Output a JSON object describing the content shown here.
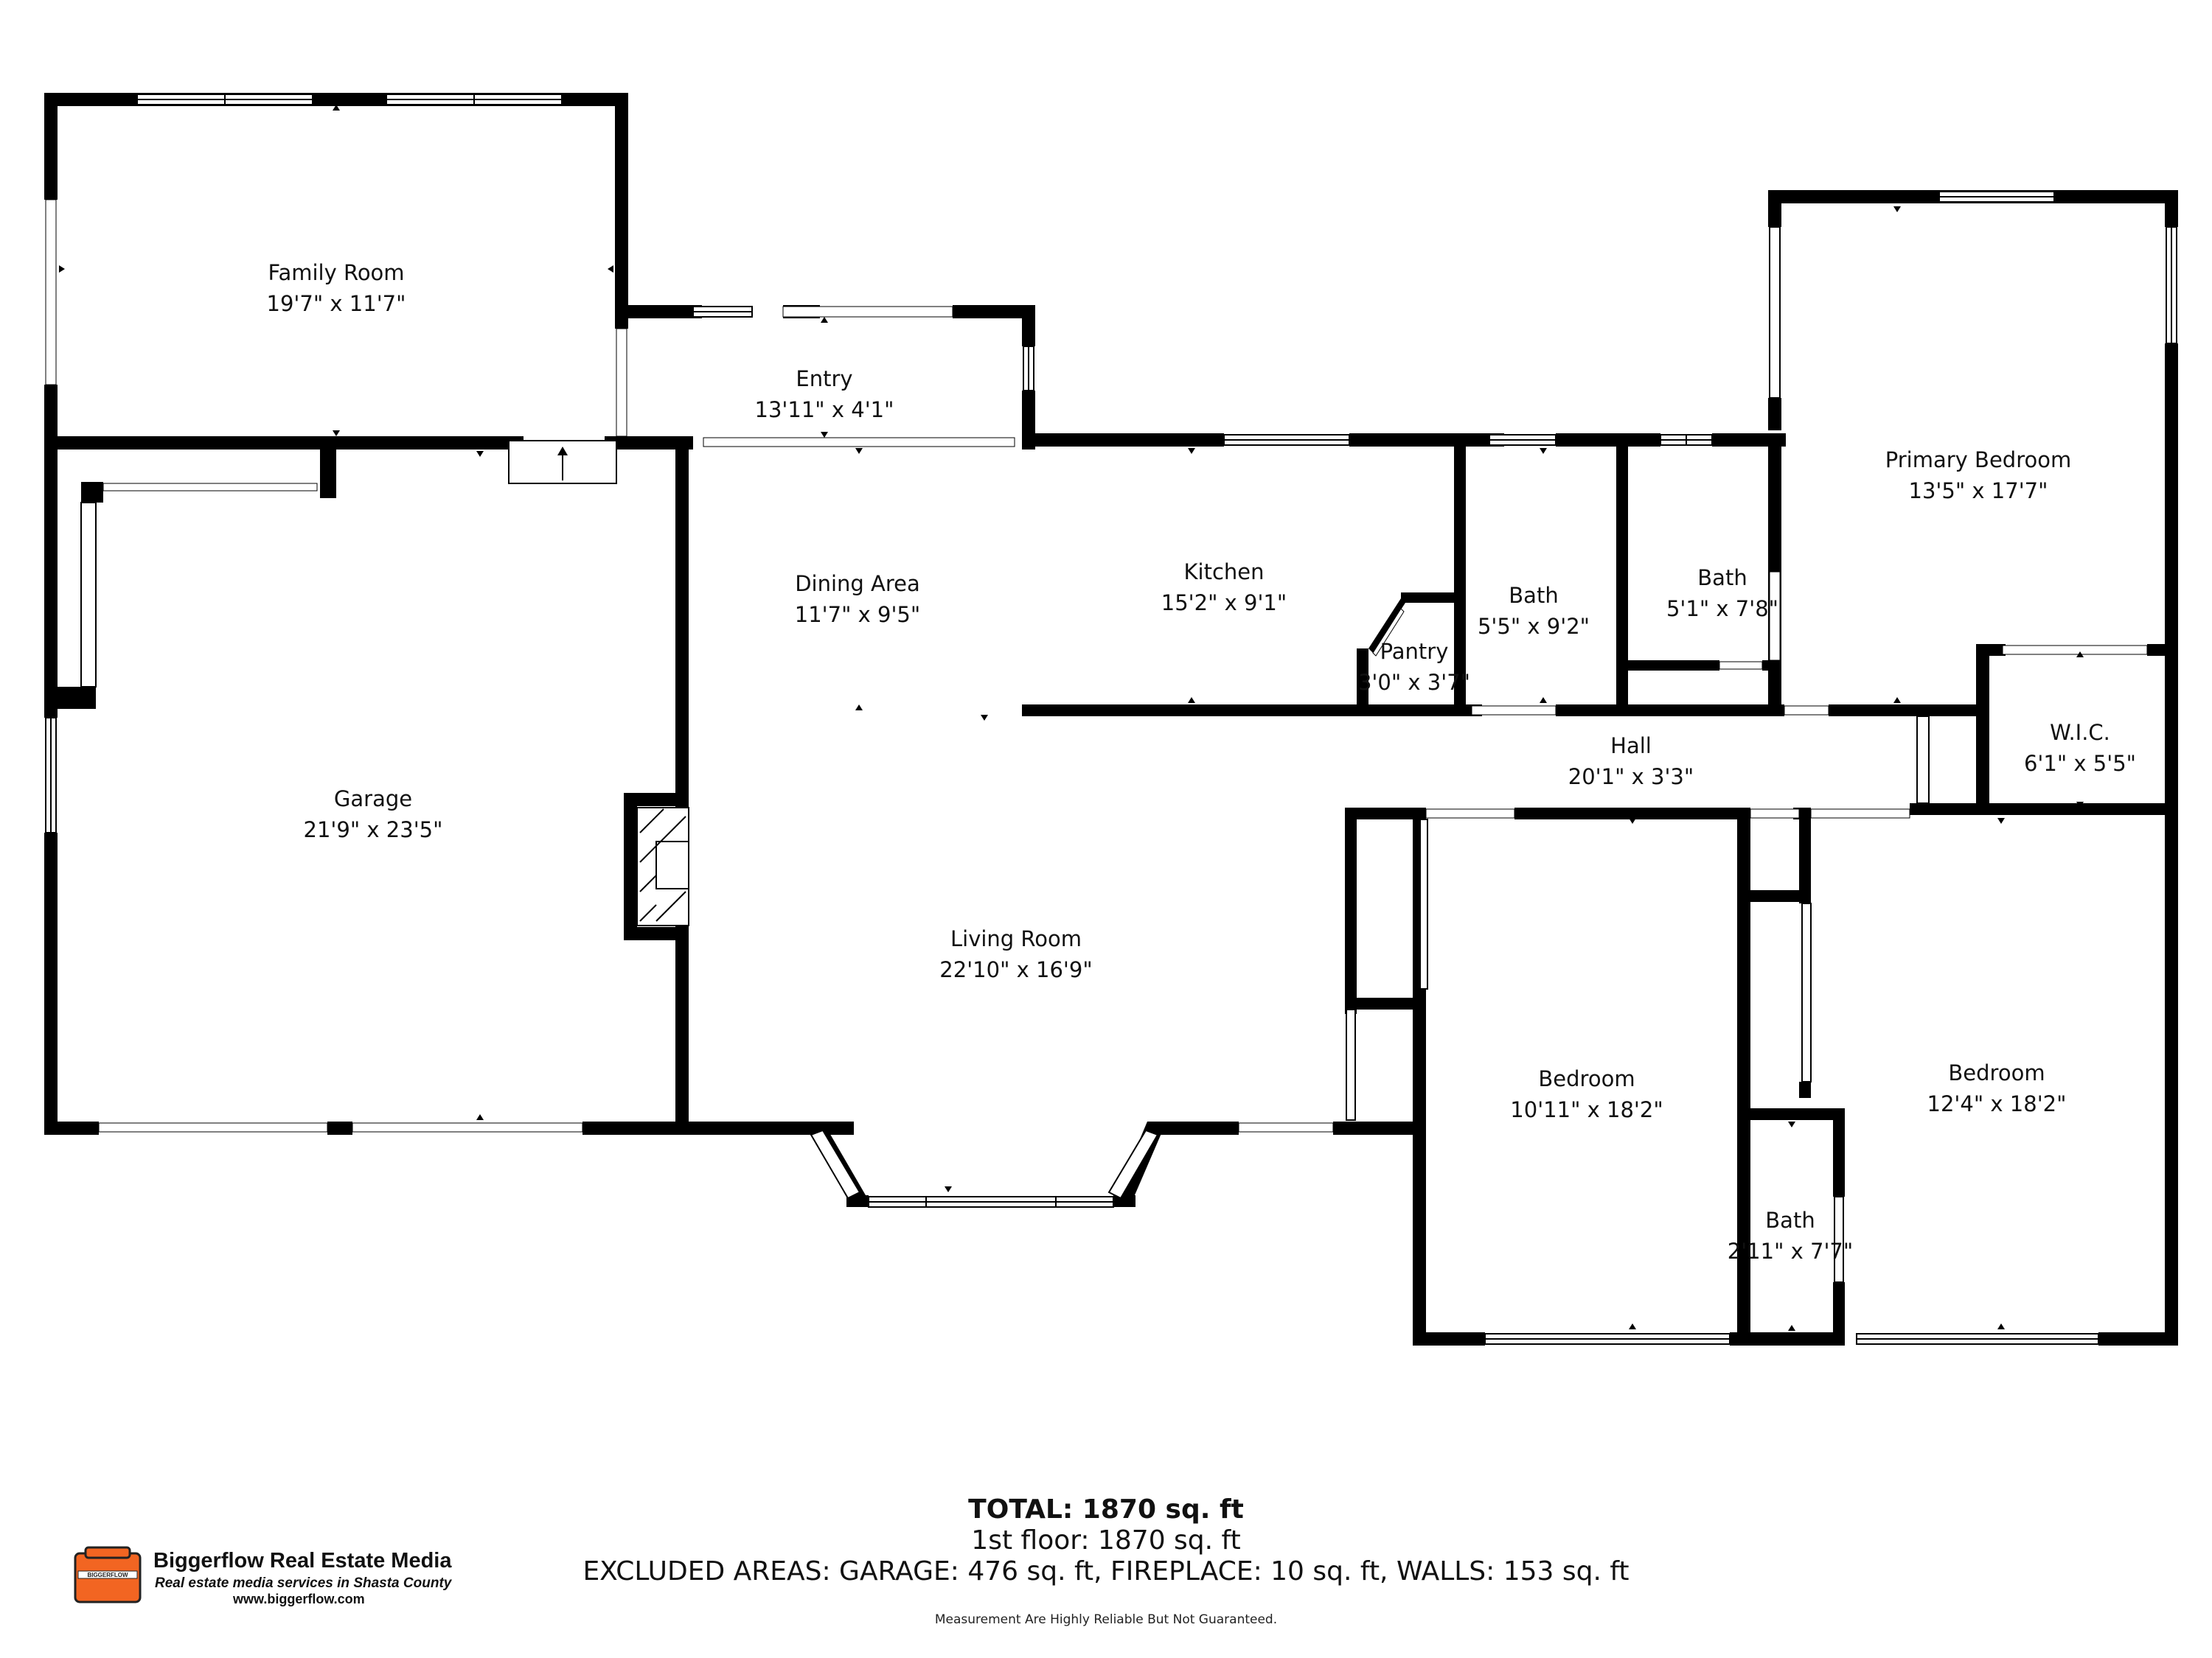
{
  "rooms": [
    {
      "name": "Family Room",
      "dims": "19'7\" x 11'7\""
    },
    {
      "name": "Entry",
      "dims": "13'11\" x 4'1\""
    },
    {
      "name": "Garage",
      "dims": "21'9\" x 23'5\""
    },
    {
      "name": "Dining Area",
      "dims": "11'7\" x 9'5\""
    },
    {
      "name": "Kitchen",
      "dims": "15'2\" x 9'1\""
    },
    {
      "name": "Pantry",
      "dims": "3'0\" x 3'7\""
    },
    {
      "name": "Bath",
      "dims": "5'5\" x 9'2\""
    },
    {
      "name": "Bath",
      "dims": "5'1\" x 7'8\""
    },
    {
      "name": "Primary Bedroom",
      "dims": "13'5\" x 17'7\""
    },
    {
      "name": "W.I.C.",
      "dims": "6'1\" x 5'5\""
    },
    {
      "name": "Hall",
      "dims": "20'1\" x 3'3\""
    },
    {
      "name": "Living Room",
      "dims": "22'10\" x 16'9\""
    },
    {
      "name": "Bedroom",
      "dims": "10'11\" x 18'2\""
    },
    {
      "name": "Bedroom",
      "dims": "12'4\" x 18'2\""
    },
    {
      "name": "Bath",
      "dims": "2'11\" x 7'7\""
    }
  ],
  "summary": {
    "total": "TOTAL: 1870 sq. ft",
    "floor": "1st floor: 1870 sq. ft",
    "excluded": "EXCLUDED AREAS: GARAGE: 476 sq. ft, FIREPLACE: 10 sq. ft, WALLS: 153 sq. ft",
    "disclaimer": "Measurement Are Highly Reliable But Not Guaranteed."
  },
  "brand": {
    "logo_text": "BIGGERFLOW",
    "name": "Biggerflow Real Estate Media",
    "tagline": "Real estate media services in Shasta County",
    "url": "www.biggerflow.com",
    "logo_color": "#f26522"
  }
}
